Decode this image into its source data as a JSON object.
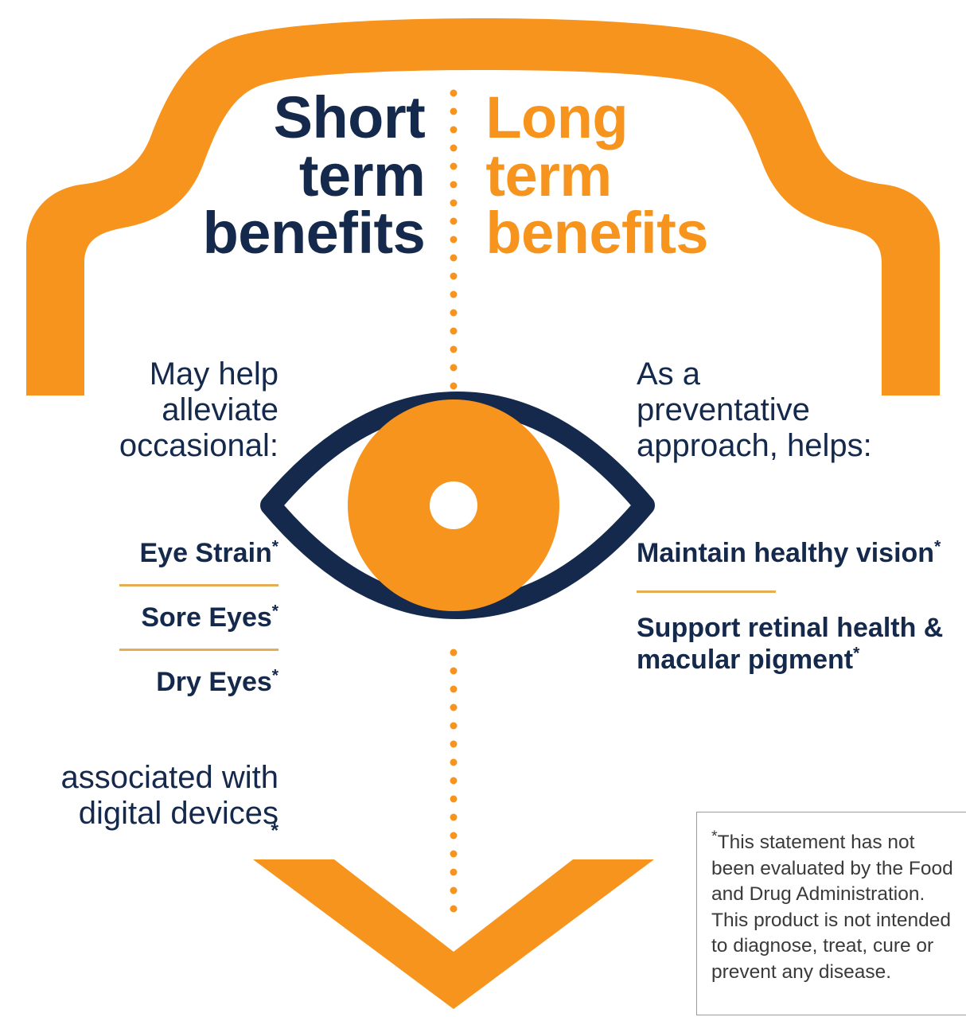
{
  "theme": {
    "orange": "#f7941e",
    "navy": "#14294b",
    "gold_rule": "#e5ae52",
    "disclaimer_border": "#9a9a9a",
    "background": "#ffffff"
  },
  "columns": {
    "left": {
      "heading_lines": [
        "Short",
        "term",
        "benefits"
      ],
      "intro_lines": [
        "May help",
        "alleviate",
        "occasional:"
      ],
      "items": [
        {
          "text": "Eye Strain",
          "asterisk": "*"
        },
        {
          "text": "Sore Eyes",
          "asterisk": "*"
        },
        {
          "text": "Dry Eyes",
          "asterisk": "*"
        }
      ],
      "trailing_lines": [
        "associated with",
        "digital devices"
      ],
      "trailing_asterisk": "*"
    },
    "right": {
      "heading_lines": [
        "Long",
        "term",
        "benefits"
      ],
      "intro_lines": [
        "As a",
        "preventative",
        "approach, helps:"
      ],
      "items": [
        {
          "text": "Maintain healthy vision",
          "asterisk": "*"
        },
        {
          "text": "Support retinal health & macular pigment",
          "asterisk": "*"
        }
      ]
    }
  },
  "graphics": {
    "shield_icon": "shield-outline",
    "eye_icon": "eye-icon",
    "divider_icon": "vertical-dotted-divider",
    "arrow_icon": "chevron-down-arrow"
  },
  "disclaimer": {
    "asterisk": "*",
    "text": "This statement has not been evaluated by the Food and Drug Administration. This product is not intended to diagnose, treat, cure or prevent any disease."
  }
}
